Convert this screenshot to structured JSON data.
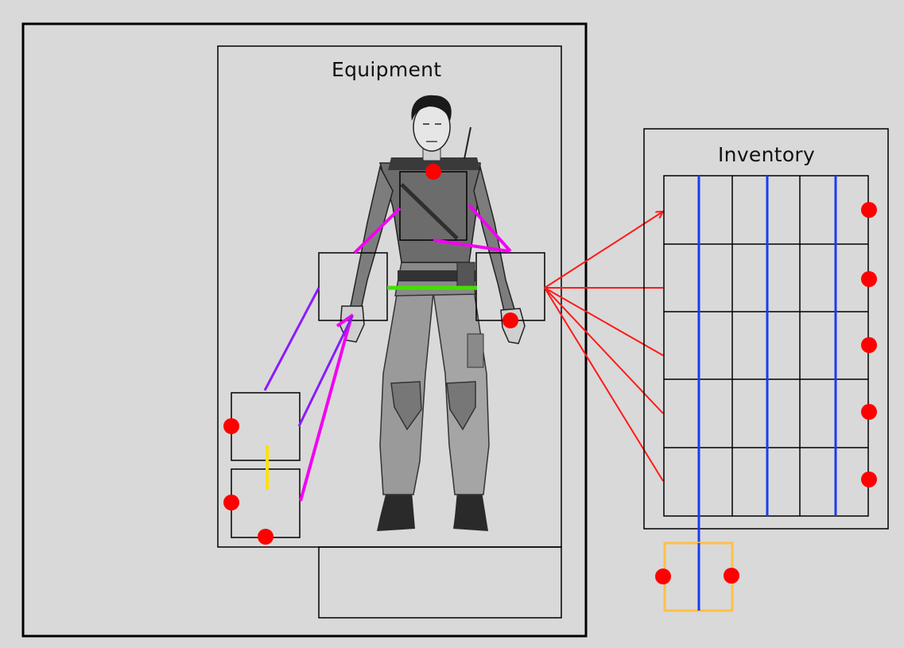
{
  "equipment": {
    "title": "Equipment",
    "slots": [
      "chest-slot",
      "left-hand-slot",
      "right-hand-slot",
      "weapon-slot-1",
      "weapon-slot-2",
      "belt-slot"
    ],
    "character": "female-soldier-figure"
  },
  "inventory": {
    "title": "Inventory",
    "grid": {
      "rows": 5,
      "columns": 6
    },
    "extra_slot": "orange-quick-slot"
  },
  "colors": {
    "background": "#d9d9d9",
    "frame": "#000000",
    "connector_red": "#ff1a1a",
    "marker_red": "#ff0000",
    "connector_magenta": "#f200f2",
    "connector_purple": "#8a1aff",
    "belt_green": "#43e000",
    "divider_yellow": "#ffe000",
    "column_blue": "#1a3cf0",
    "quick_slot_orange": "#ffc04a"
  }
}
